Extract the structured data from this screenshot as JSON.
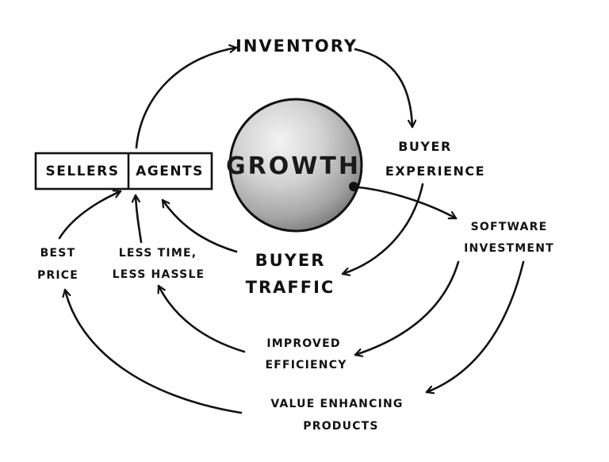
{
  "nodes": {
    "sellers": "SELLERS",
    "agents": "AGENTS",
    "inventory": "INVENTORY",
    "growth": "GROWTH",
    "buyer_experience": [
      "BUYER",
      "EXPERIENCE"
    ],
    "software_investment": [
      "SOFTWARE",
      "INVESTMENT"
    ],
    "buyer_traffic": [
      "BUYER",
      "TRAFFIC"
    ],
    "best_price": [
      "BEST",
      "PRICE"
    ],
    "less_time": [
      "LESS TIME,",
      "LESS HASSLE"
    ],
    "improved_efficiency": [
      "IMPROVED",
      "EFFICIENCY"
    ],
    "value_products": [
      "VALUE ENHANCING",
      "PRODUCTS"
    ]
  },
  "colors": {
    "ink": "#111111",
    "sphere_light": "#f2f2f2",
    "sphere_dark": "#8a8a8a"
  }
}
